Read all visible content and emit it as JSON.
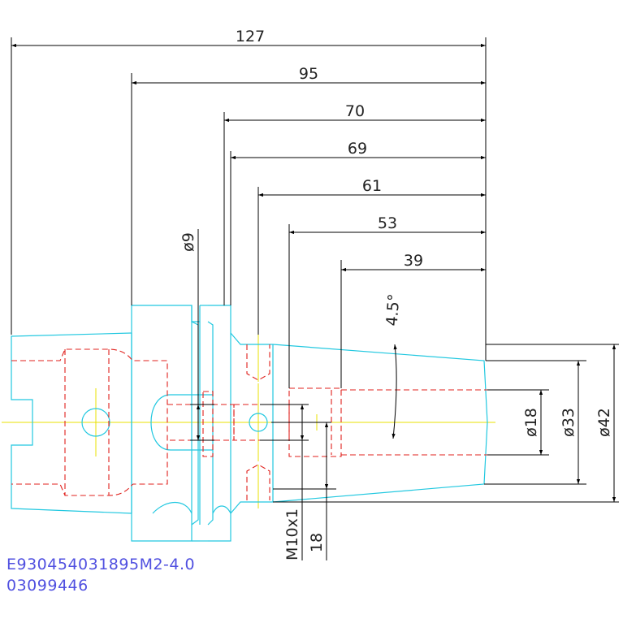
{
  "colors": {
    "dimension": "#000000",
    "outline": "#22c8e0",
    "hidden": "#e0201c",
    "centerline": "#e8e000",
    "label": "#5050e0"
  },
  "dimensions": {
    "length_127": "127",
    "length_95": "95",
    "length_70": "70",
    "length_69": "69",
    "length_61": "61",
    "length_53": "53",
    "length_39": "39",
    "angle": "4.5°",
    "dia_9": "ø9",
    "dia_18": "ø18",
    "dia_33": "ø33",
    "dia_42": "ø42",
    "thread": "M10x1",
    "depth_18": "18"
  },
  "labels": {
    "part_number": "E930454031895M2-4.0",
    "serial_number": "03099446"
  }
}
